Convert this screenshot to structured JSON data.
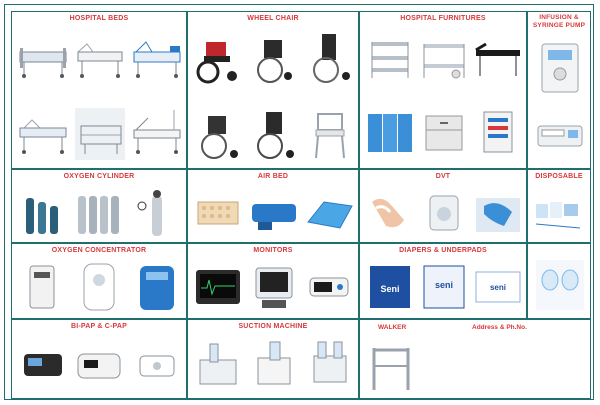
{
  "categories": {
    "hospital_beds": "HOSPITAL BEDS",
    "wheel_chair": "WHEEL CHAIR",
    "hospital_furnitures": "HOSPITAL FURNITURES",
    "infusion_pump": "INFUSION & SYRINGE PUMP",
    "oxygen_cylinder": "OXYGEN CYLINDER",
    "air_bed": "AIR BED",
    "dvt": "DVT",
    "disposable": "DISPOSABLE",
    "oxygen_concentrator": "OXYGEN CONCENTRATOR",
    "monitors": "MONITORS",
    "diapers": "DIAPERS & UNDERPADS",
    "bipap": "BI-PAP & C-PAP",
    "suction": "SUCTION MACHINE",
    "walker": "WALKER",
    "address": "Address & Ph.No."
  },
  "product_labels": {
    "seni_1": "Seni",
    "seni_2": "seni",
    "seni_3": "seni"
  },
  "colors": {
    "heading": "#d9383a",
    "border": "#1f6f6f",
    "blue": "#2a79c8",
    "steel": "#9aa3ad"
  }
}
